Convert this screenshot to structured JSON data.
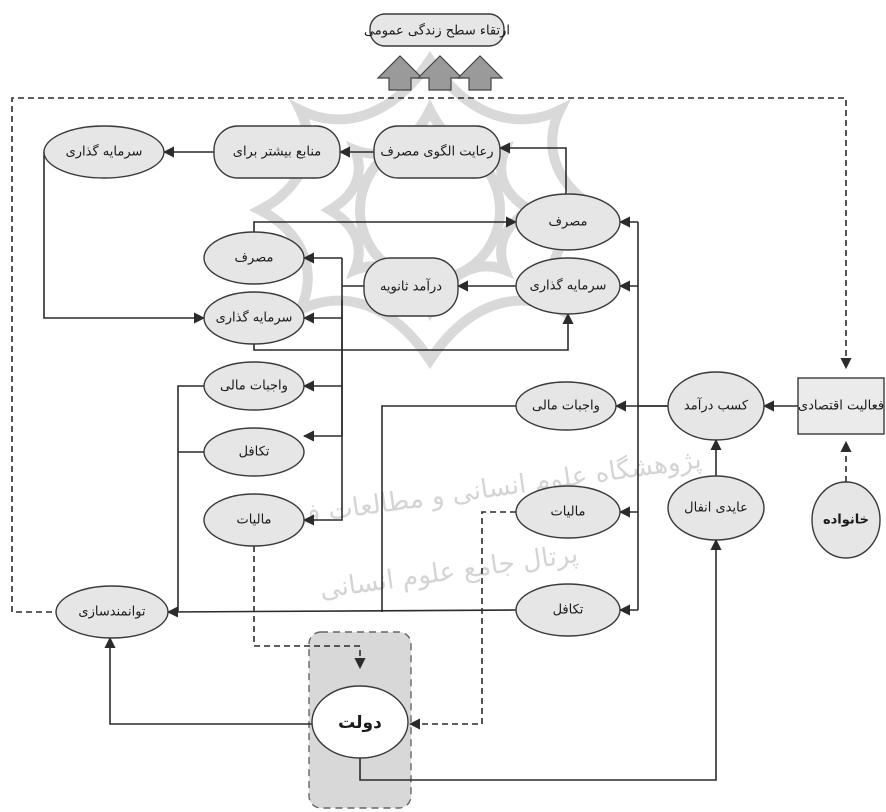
{
  "nodes": {
    "top_goal": "ارتقاء سطح زندگی عمومی",
    "consumption_pattern": "رعایت الگوی مصرف",
    "more_resources": "منابع بیشتر برای",
    "investment_top": "سرمایه گذاری",
    "consumption_primary": "مصرف",
    "investment_primary": "سرمایه گذاری",
    "secondary_income": "درآمد ثانویه",
    "consumption_secondary": "مصرف",
    "investment_secondary": "سرمایه گذاری",
    "obligations_secondary": "واجبات مالی",
    "solidarity_secondary": "تکافل",
    "taxes_secondary": "مالیات",
    "obligations_primary": "واجبات مالی",
    "taxes_primary": "مالیات",
    "solidarity_primary": "تکافل",
    "empowerment": "توانمندسازی",
    "government": "دولت",
    "income": "کسب درآمد",
    "economic_activity": "فعالیت اقتصادی",
    "household": "خانواده",
    "anfal_revenue": "عایدی انفال"
  },
  "watermark": {
    "line1": "پژوهشگاه علوم انسانی و مطالعات فرهنگی",
    "line2": "پرتال جامع علوم انسانی"
  }
}
